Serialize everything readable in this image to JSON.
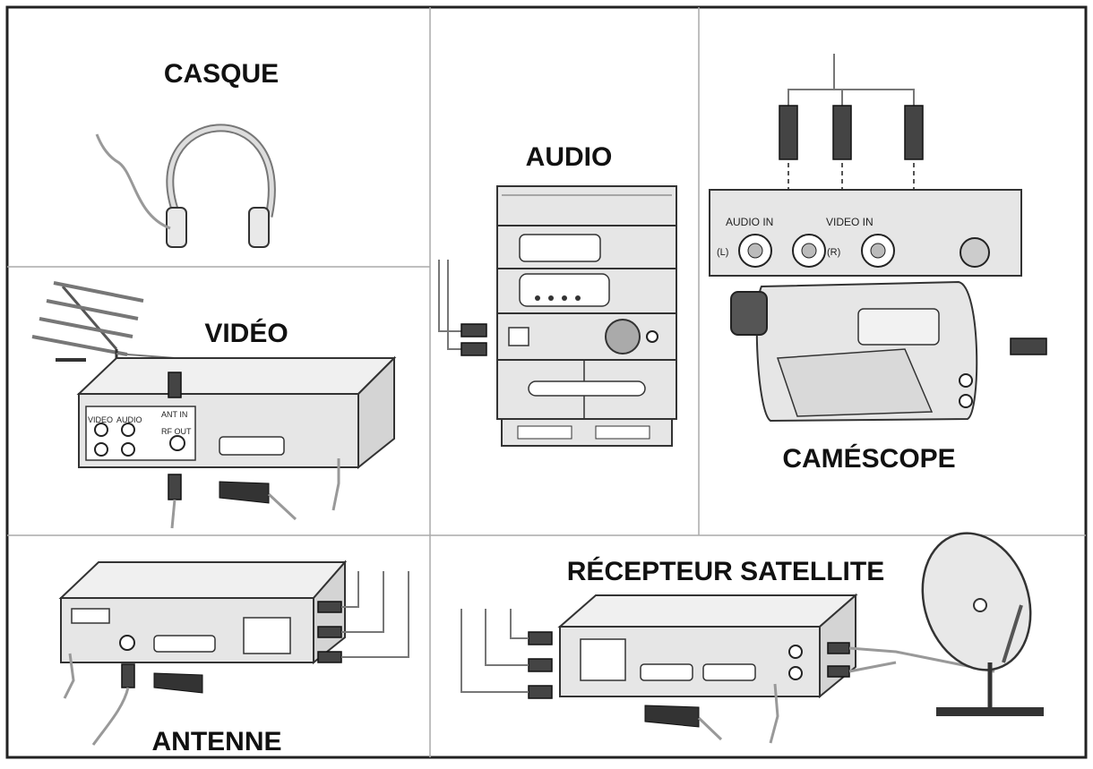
{
  "panels": {
    "casque": {
      "label": "CASQUE"
    },
    "audio": {
      "label": "AUDIO"
    },
    "camescope": {
      "label": "CAMÉSCOPE",
      "jack_labels": {
        "audio_in": "AUDIO IN",
        "video_in": "VIDEO IN",
        "left": "(L)",
        "right": "(R)"
      }
    },
    "video": {
      "label": "VIDÉO",
      "jack_labels": {
        "video": "VIDEO",
        "audio": "AUDIO",
        "ant_in": "ANT IN",
        "rf_out": "RF OUT"
      }
    },
    "antenne": {
      "label": "ANTENNE"
    },
    "recepteur": {
      "label": "RÉCEPTEUR SATELLITE"
    }
  }
}
